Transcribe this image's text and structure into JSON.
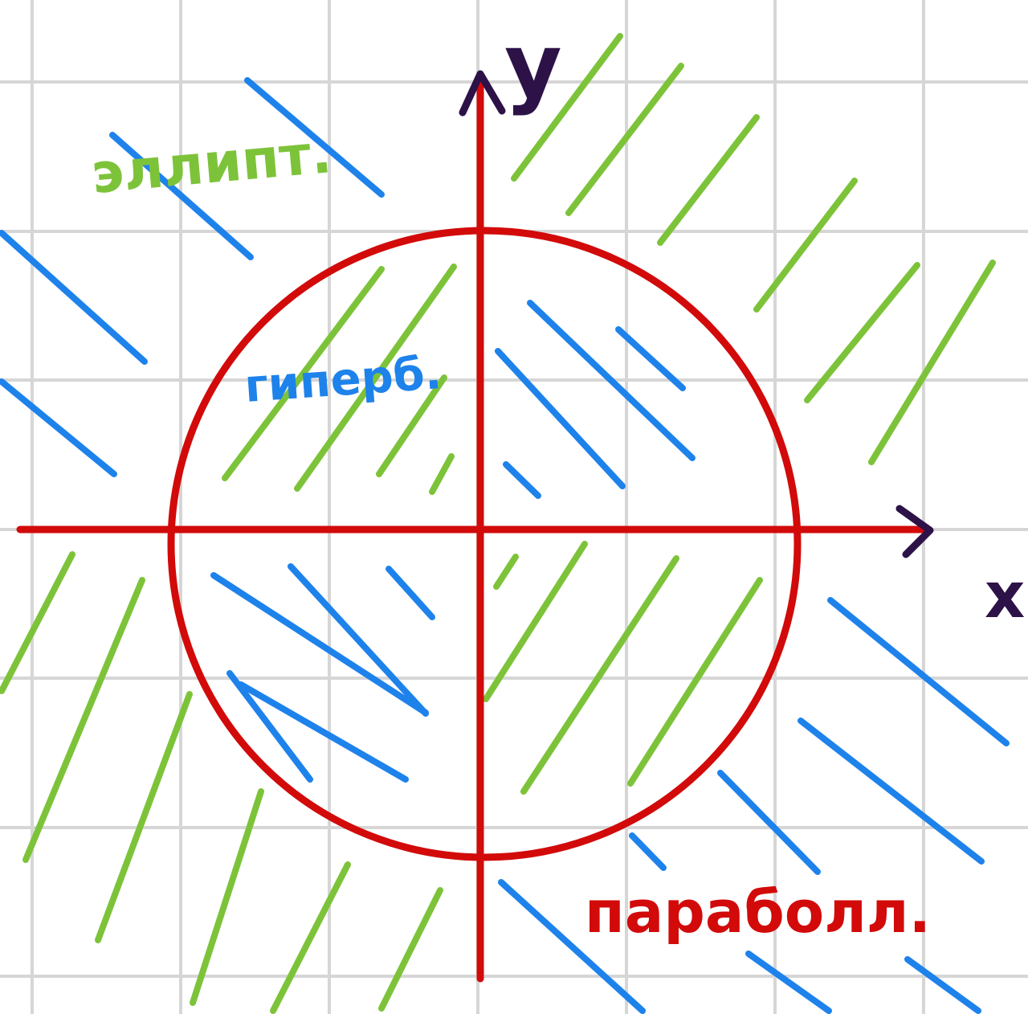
{
  "labels": {
    "elliptic": "эллипт.",
    "hyperbolic": "гиперб.",
    "parabolic": "параболл.",
    "x_axis": "x",
    "y_axis": "y"
  },
  "colors": {
    "background": "#ffffff",
    "grid": "#d6d6d6",
    "axis": "#d20a0a",
    "circle": "#d20a0a",
    "axis_arrow": "#2d1248",
    "elliptic_hatch": "#7dc33a",
    "hyperbolic_hatch": "#1e82eb",
    "elliptic_text": "#7dc33a",
    "hyperbolic_text": "#1e82eb",
    "parabolic_text": "#d20a0a",
    "axis_text": "#2d1248"
  }
}
